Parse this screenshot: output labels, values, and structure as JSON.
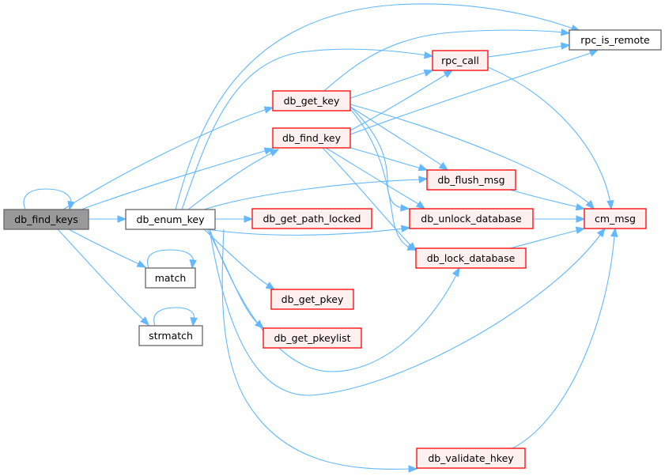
{
  "diagram": {
    "type": "call-graph",
    "colors": {
      "edge": "#63b8ff",
      "root_fill": "#999999",
      "root_border": "#666666",
      "plain_fill": "#ffffff",
      "plain_border": "#666666",
      "linked_fill": "#fff0f0",
      "linked_border": "#ff0000"
    },
    "nodes": [
      {
        "id": "db_find_keys",
        "label": "db_find_keys",
        "style": "root"
      },
      {
        "id": "db_enum_key",
        "label": "db_enum_key",
        "style": "plain"
      },
      {
        "id": "match",
        "label": "match",
        "style": "plain"
      },
      {
        "id": "strmatch",
        "label": "strmatch",
        "style": "plain"
      },
      {
        "id": "db_get_key",
        "label": "db_get_key",
        "style": "linked"
      },
      {
        "id": "db_find_key",
        "label": "db_find_key",
        "style": "linked"
      },
      {
        "id": "db_get_path_locked",
        "label": "db_get_path_locked",
        "style": "linked"
      },
      {
        "id": "db_get_pkey",
        "label": "db_get_pkey",
        "style": "linked"
      },
      {
        "id": "db_get_pkeylist",
        "label": "db_get_pkeylist",
        "style": "linked"
      },
      {
        "id": "rpc_call",
        "label": "rpc_call",
        "style": "linked"
      },
      {
        "id": "rpc_is_remote",
        "label": "rpc_is_remote",
        "style": "plain"
      },
      {
        "id": "db_flush_msg",
        "label": "db_flush_msg",
        "style": "linked"
      },
      {
        "id": "db_unlock_database",
        "label": "db_unlock_database",
        "style": "linked"
      },
      {
        "id": "db_lock_database",
        "label": "db_lock_database",
        "style": "linked"
      },
      {
        "id": "cm_msg",
        "label": "cm_msg",
        "style": "linked"
      },
      {
        "id": "db_validate_hkey",
        "label": "db_validate_hkey",
        "style": "linked"
      }
    ],
    "edges": [
      {
        "from": "db_find_keys",
        "to": "db_find_keys"
      },
      {
        "from": "db_find_keys",
        "to": "db_enum_key"
      },
      {
        "from": "db_find_keys",
        "to": "db_get_key"
      },
      {
        "from": "db_find_keys",
        "to": "db_find_key"
      },
      {
        "from": "db_find_keys",
        "to": "match"
      },
      {
        "from": "db_find_keys",
        "to": "strmatch"
      },
      {
        "from": "db_enum_key",
        "to": "rpc_is_remote"
      },
      {
        "from": "db_enum_key",
        "to": "rpc_call"
      },
      {
        "from": "db_enum_key",
        "to": "db_find_key"
      },
      {
        "from": "db_enum_key",
        "to": "db_flush_msg"
      },
      {
        "from": "db_enum_key",
        "to": "db_get_path_locked"
      },
      {
        "from": "db_enum_key",
        "to": "db_unlock_database"
      },
      {
        "from": "db_enum_key",
        "to": "db_lock_database"
      },
      {
        "from": "db_enum_key",
        "to": "db_get_pkey"
      },
      {
        "from": "db_enum_key",
        "to": "db_get_pkeylist"
      },
      {
        "from": "db_enum_key",
        "to": "cm_msg"
      },
      {
        "from": "db_enum_key",
        "to": "db_validate_hkey"
      },
      {
        "from": "match",
        "to": "match"
      },
      {
        "from": "strmatch",
        "to": "strmatch"
      },
      {
        "from": "db_get_key",
        "to": "rpc_is_remote"
      },
      {
        "from": "db_get_key",
        "to": "rpc_call"
      },
      {
        "from": "db_get_key",
        "to": "db_flush_msg"
      },
      {
        "from": "db_get_key",
        "to": "db_unlock_database"
      },
      {
        "from": "db_get_key",
        "to": "db_lock_database"
      },
      {
        "from": "db_get_key",
        "to": "cm_msg"
      },
      {
        "from": "db_find_key",
        "to": "rpc_call"
      },
      {
        "from": "db_find_key",
        "to": "rpc_is_remote"
      },
      {
        "from": "db_find_key",
        "to": "db_flush_msg"
      },
      {
        "from": "db_find_key",
        "to": "db_unlock_database"
      },
      {
        "from": "db_find_key",
        "to": "db_lock_database"
      },
      {
        "from": "rpc_call",
        "to": "rpc_is_remote"
      },
      {
        "from": "rpc_call",
        "to": "cm_msg"
      },
      {
        "from": "db_flush_msg",
        "to": "cm_msg"
      },
      {
        "from": "db_unlock_database",
        "to": "cm_msg"
      },
      {
        "from": "db_lock_database",
        "to": "cm_msg"
      },
      {
        "from": "db_validate_hkey",
        "to": "cm_msg"
      }
    ]
  }
}
